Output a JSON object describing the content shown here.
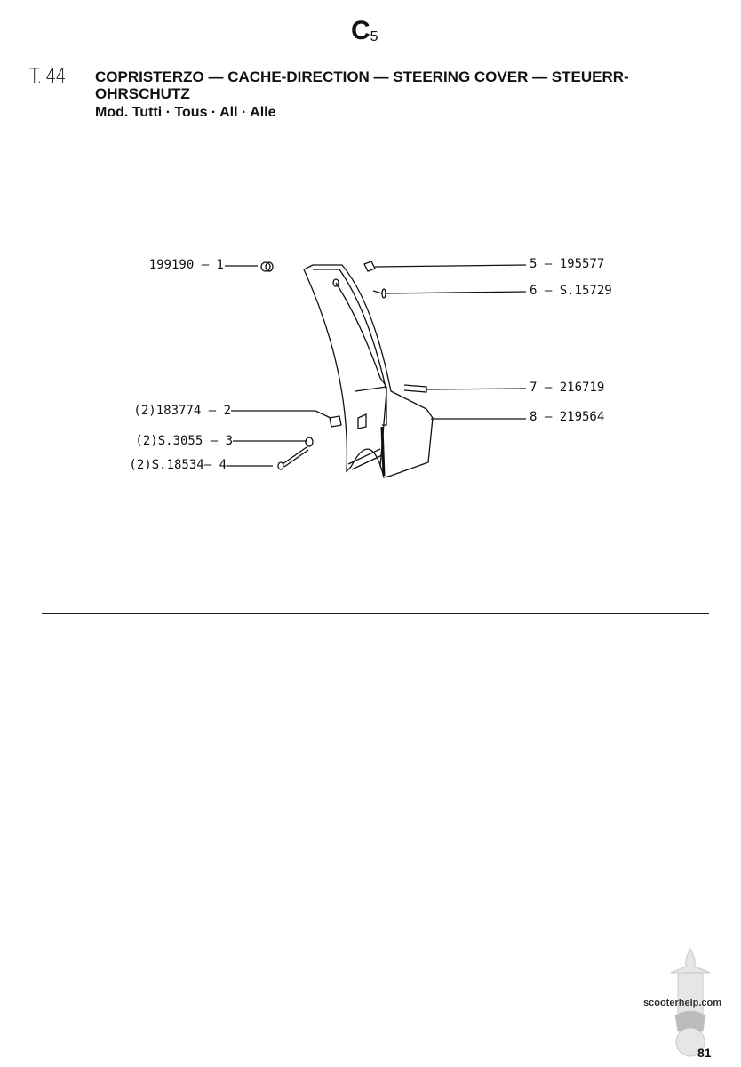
{
  "header": {
    "section": "C",
    "section_sub": "5",
    "table_no": "T. 44",
    "title": "COPRISTERZO — CACHE-DIRECTION — STEERING COVER — STEUERR-OHRSCHUTZ",
    "models": "Mod. Tutti · Tous · All · Alle"
  },
  "parts": [
    {
      "ref": "1",
      "code": "199190",
      "label": "199190 — 1"
    },
    {
      "ref": "2",
      "code": "(2)183774",
      "label": "(2)183774 — 2"
    },
    {
      "ref": "3",
      "code": "(2)S.3055",
      "label": "(2)S.3055 — 3"
    },
    {
      "ref": "4",
      "code": "(2)S.18534",
      "label": "(2)S.18534— 4"
    },
    {
      "ref": "5",
      "code": "195577",
      "label": "5 — 195577"
    },
    {
      "ref": "6",
      "code": "S.15729",
      "label": "6 — S.15729"
    },
    {
      "ref": "7",
      "code": "216719",
      "label": "7 — 216719"
    },
    {
      "ref": "8",
      "code": "219564",
      "label": "8 — 219564"
    }
  ],
  "footer": {
    "watermark": "scooterhelp.com",
    "page_number": "81"
  }
}
